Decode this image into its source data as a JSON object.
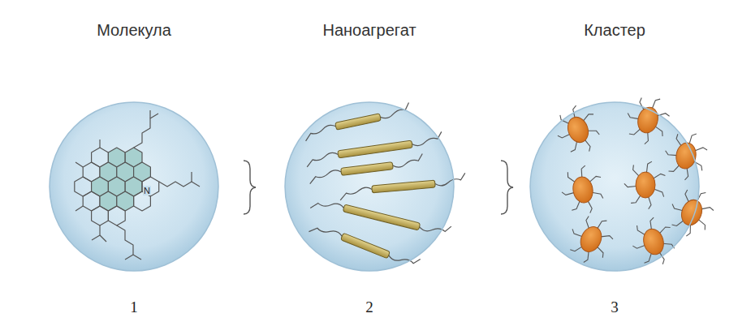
{
  "diagram": {
    "nodes": [
      {
        "text": [
          "Молекула",
          "1"
        ]
      },
      {
        "text": [
          "Наноагрегат",
          "2"
        ]
      },
      {
        "text": [
          "Кластер",
          "3"
        ]
      }
    ],
    "labels": [
      "N"
    ]
  }
}
